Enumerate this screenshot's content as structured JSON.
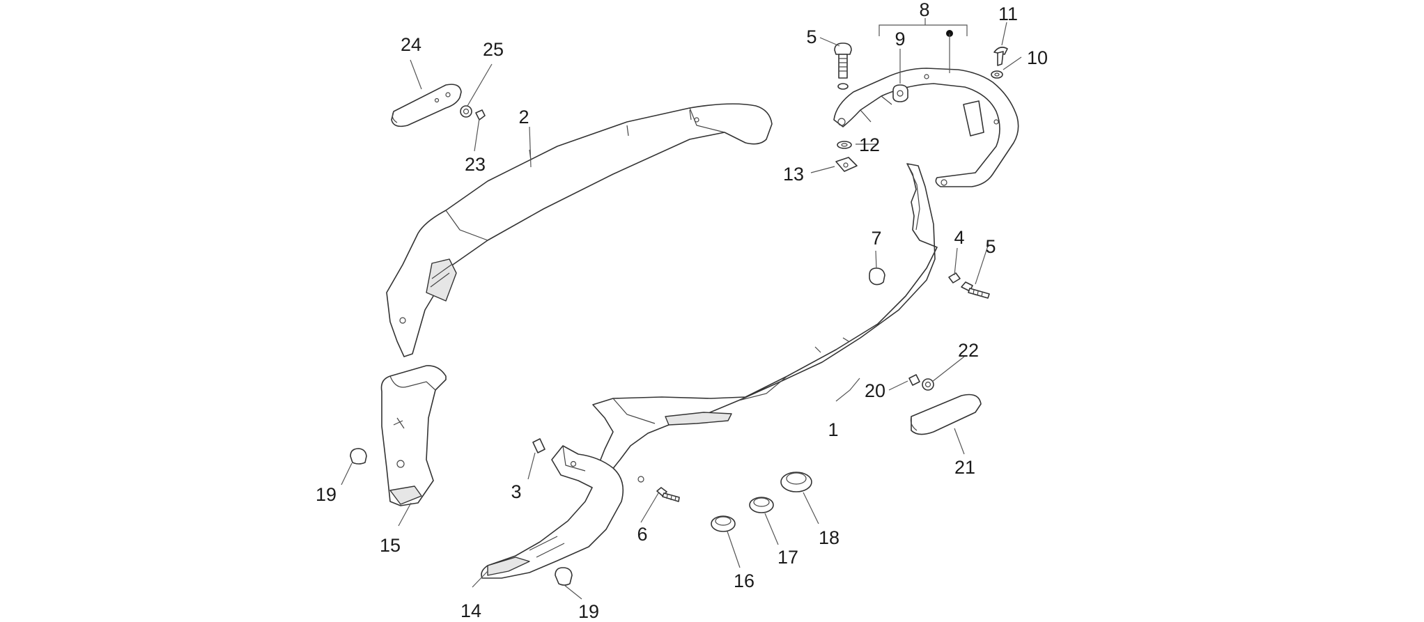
{
  "callouts": {
    "c1": "1",
    "c2": "2",
    "c3": "3",
    "c4": "4",
    "c5a": "5",
    "c5b": "5",
    "c6": "6",
    "c7": "7",
    "c8": "8",
    "c9": "9",
    "c10": "10",
    "c11": "11",
    "c12": "12",
    "c13": "13",
    "c14": "14",
    "c15": "15",
    "c16": "16",
    "c17": "17",
    "c18": "18",
    "c19a": "19",
    "c19b": "19",
    "c20": "20",
    "c21": "21",
    "c22": "22",
    "c23": "23",
    "c24": "24",
    "c25": "25"
  }
}
